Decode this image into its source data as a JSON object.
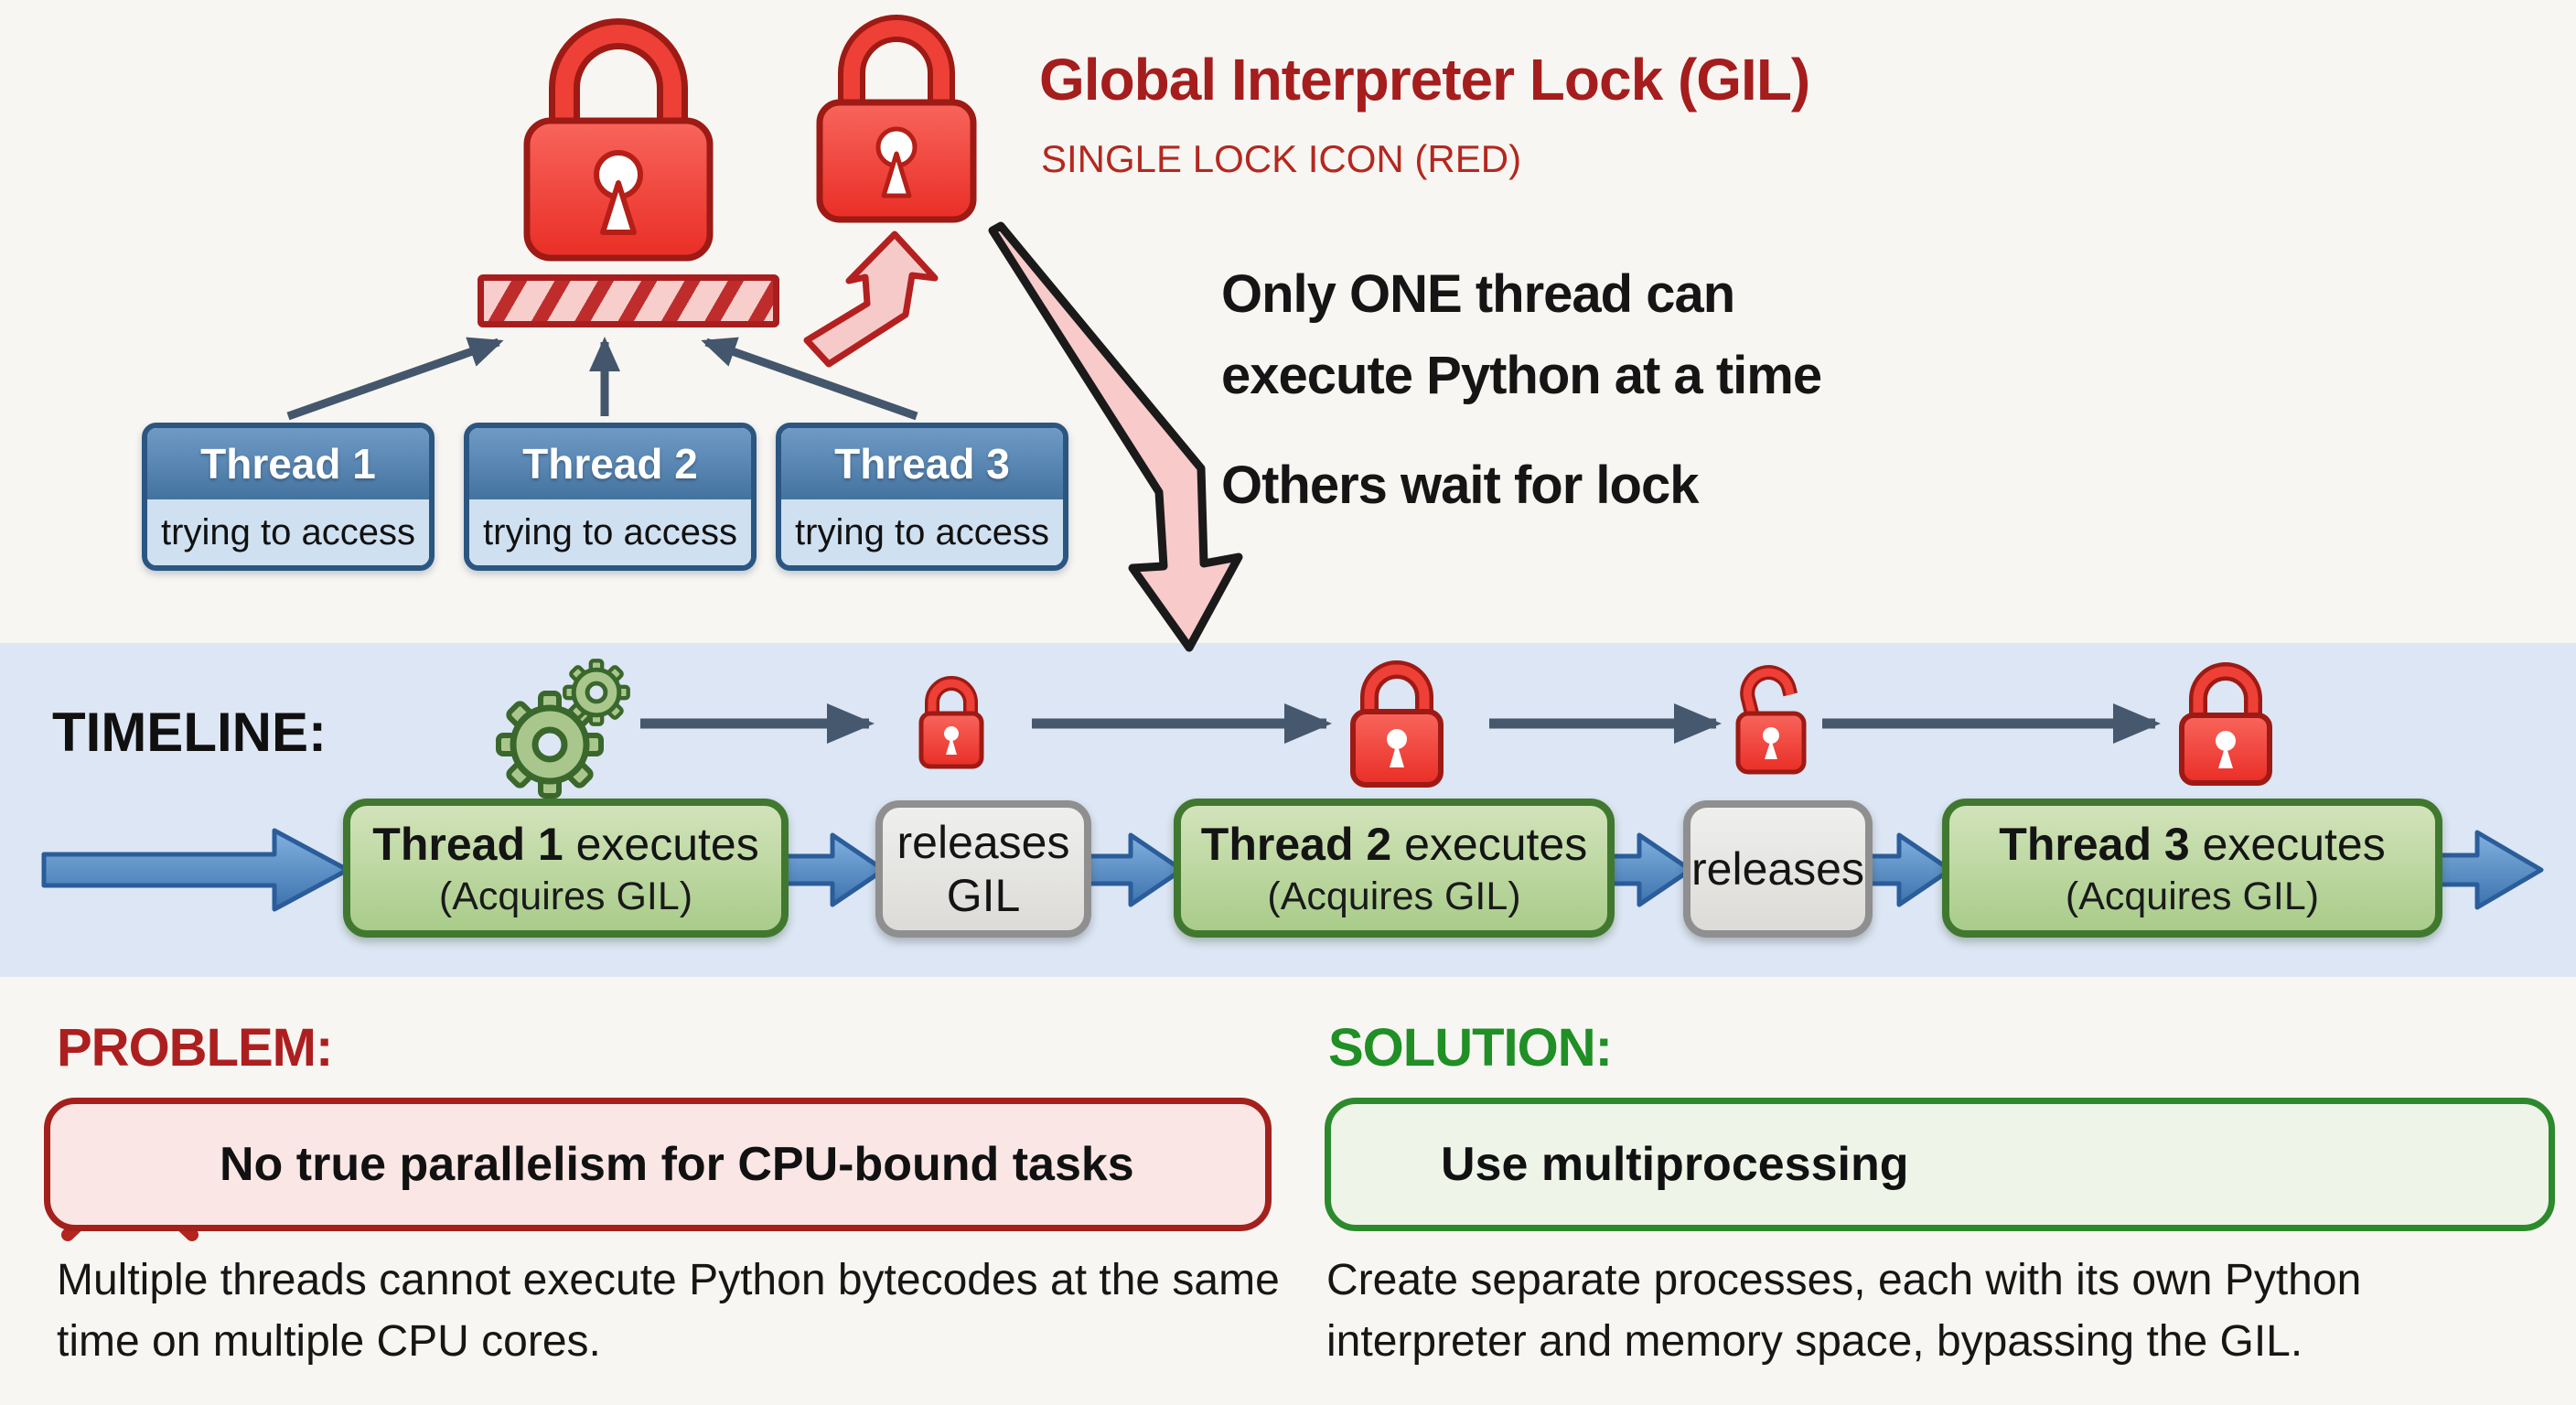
{
  "header": {
    "title": "Global Interpreter Lock (GIL)",
    "subtitle": "SINGLE LOCK ICON (RED)",
    "note1_line1": "Only ONE thread can",
    "note1_line2": "execute Python at a time",
    "note2": "Others wait for lock"
  },
  "threads": [
    {
      "name": "Thread 1",
      "status": "trying to access"
    },
    {
      "name": "Thread 2",
      "status": "trying to access"
    },
    {
      "name": "Thread 3",
      "status": "trying to access"
    }
  ],
  "timeline": {
    "label": "TIMELINE:",
    "steps": [
      {
        "type": "execute",
        "bold": "Thread 1",
        "rest": " executes",
        "sub": "(Acquires GIL)"
      },
      {
        "type": "release",
        "text": "releases GIL"
      },
      {
        "type": "execute",
        "bold": "Thread 2",
        "rest": " executes",
        "sub": "(Acquires GIL)"
      },
      {
        "type": "release",
        "text": "releases"
      },
      {
        "type": "execute",
        "bold": "Thread 3",
        "rest": " executes",
        "sub": "(Acquires GIL)"
      }
    ]
  },
  "problem": {
    "label": "PROBLEM:",
    "box_text": "No true parallelism for CPU-bound tasks",
    "description": "Multiple threads cannot execute Python bytecodes at the same time on multiple CPU cores."
  },
  "solution": {
    "label": "SOLUTION:",
    "box_text": "Use multiprocessing",
    "description": "Create separate processes, each with its own Python interpreter and memory space, bypassing the GIL."
  },
  "icons": {
    "gil": "red-padlock-icon",
    "timeline_start": "green-gears-icon",
    "timeline_locks": [
      "lock-closed",
      "lock-closed",
      "lock-open",
      "lock-closed"
    ],
    "problem": "cpu-crossed-out-icon",
    "solution": "process-split-icon"
  },
  "colors": {
    "dark_red": "#a51d1d",
    "lock_red": "#ee3a31",
    "green": "#1f8f26",
    "band_blue": "#dce6f4",
    "thread_blue": "#44739f",
    "exec_green": "#b9d69e",
    "arrow_blue": "#4f8cc9",
    "arrow_slate": "#46586e"
  }
}
